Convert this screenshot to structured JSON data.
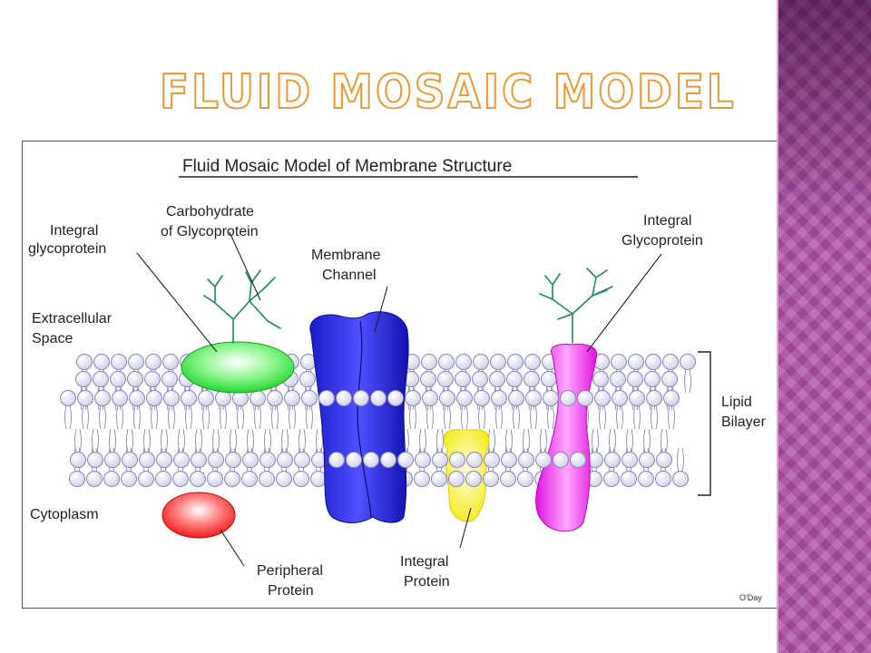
{
  "slide": {
    "title": "FLUID MOSAIC MODEL",
    "accent_color": "#e69a3a",
    "stripe_color": "#b050a8"
  },
  "diagram": {
    "title": "Fluid Mosaic Model of Membrane Structure",
    "labels": {
      "integral_glycoprotein_left": [
        "Integral",
        "glycoprotein"
      ],
      "carbohydrate": [
        "Carbohydrate",
        "of Glycoprotein"
      ],
      "membrane_channel": [
        "Membrane",
        "Channel"
      ],
      "integral_glycoprotein_right": [
        "Integral",
        "Glycoprotein"
      ],
      "extracellular_space": [
        "Extracellular",
        "Space"
      ],
      "lipid_bilayer": [
        "Lipid",
        "Bilayer"
      ],
      "cytoplasm": "Cytoplasm",
      "peripheral_protein": [
        "Peripheral",
        "Protein"
      ],
      "integral_protein": [
        "Integral",
        "Protein"
      ]
    },
    "credit": "O'Day",
    "colors": {
      "lipid_head": "#e7e7f7",
      "glycoprotein_left": "#30e040",
      "channel": "#2a2ae0",
      "glycoprotein_right": "#f020f0",
      "peripheral_protein": "#ff3030",
      "integral_protein": "#f7f020",
      "carbohydrate": "#1e8a5a"
    }
  }
}
